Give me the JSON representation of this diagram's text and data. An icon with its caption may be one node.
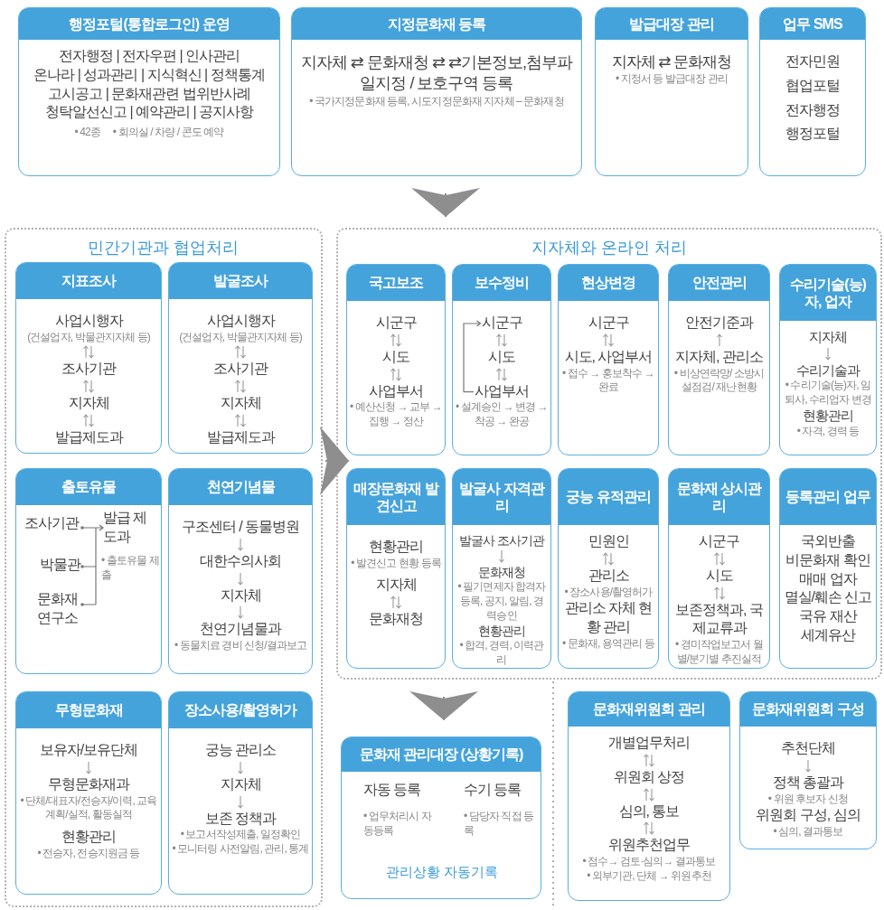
{
  "diagram": {
    "nodes": [
      {
        "text": [
          "행정포털(통합로그인) 운영",
          "전자행정 | 전자우편 | 인사관리",
          "온나라 | 성과관리 | 지식혁신 | 정책통계",
          "고시공고 | 문화재관련 법위반사례",
          "청탁알선신고 | 예약관리 | 공지사항",
          "• 42종",
          "• 회의실 / 차량 / 콘도 예약"
        ]
      },
      {
        "text": [
          "지정문화재 등록",
          "지자체 ⇄ 문화재청 ⇄ ⇄기본정보,첨부파일지정 / 보호구역 등록",
          "• 국가지정문화재 등록, 시도지정문화재 지자체 – 문화재청"
        ]
      },
      {
        "text": [
          "발급대장 관리",
          "지자체 ⇄ 문화재청",
          "• 지정서 등 발급대장 관리"
        ]
      },
      {
        "text": [
          "업무 SMS",
          "전자민원",
          "협업포털",
          "전자행정",
          "행정포털"
        ]
      },
      {
        "text": [
          "민간기관과 협업처리"
        ]
      },
      {
        "text": [
          "지표조사",
          "사업시행자",
          "(건설업자, 박물관지자체 등)",
          "조사기관",
          "지자체",
          "발급제도과"
        ],
        "in": 4
      },
      {
        "text": [
          "발굴조사",
          "사업시행자",
          "(건설업자, 박물관지자체 등)",
          "조사기관",
          "지자체",
          "발급제도과"
        ],
        "in": 4
      },
      {
        "text": [
          "출토유물",
          "조사기관",
          "박물관",
          "문화재 연구소",
          "발급 제도과",
          "• 출토유물 제출"
        ],
        "in": 4
      },
      {
        "text": [
          "천연기념물",
          "구조센터 / 동물병원",
          "대한수의사회",
          "지자체",
          "천연기념물과",
          "• 동물치료 경비 신청/결과보고"
        ],
        "in": 4
      },
      {
        "text": [
          "무형문화재",
          "보유자/보유단체",
          "무형문화재과",
          "• 단체/대표자/전승자/이력, 교육계획/실적, 활동실적",
          "현황관리",
          "• 전승자, 전승지원금 등"
        ],
        "in": 4
      },
      {
        "text": [
          "장소사용/촬영허가",
          "궁능 관리소",
          "지자체",
          "보존 정책과",
          "• 보고서작성제출, 일정확인",
          "• 모니터링 사전알림, 관리, 통계"
        ],
        "in": 4
      },
      {
        "text": [
          "지자체와 온라인 처리"
        ]
      },
      {
        "text": [
          "국고보조",
          "시군구",
          "시도",
          "사업부서",
          "• 예산신청 → 교부 → 집행 → 정산"
        ],
        "in": 11
      },
      {
        "text": [
          "보수정비",
          "시군구",
          "시도",
          "사업부서",
          "• 설계승인 → 변경 →착공 → 완공"
        ],
        "in": 11
      },
      {
        "text": [
          "현상변경",
          "시군구",
          "시도, 사업부서",
          "• 접수 → 홍보착수 → 완료"
        ],
        "in": 11
      },
      {
        "text": [
          "안전관리",
          "안전기준과",
          "지자체, 관리소",
          "• 비상연락망/ 소방시설점검/ 재난현황"
        ],
        "in": 11
      },
      {
        "text": [
          "수리기술(능)자, 업자",
          "지자체",
          "수리기술과",
          "• 수리기술(능)자, 임퇴사, 수리업자 변경",
          "현황관리",
          "• 자격, 경력 등"
        ],
        "in": 11
      },
      {
        "text": [
          "매장문화재 발견신고",
          "현황관리",
          "• 발견신고 현황 등록",
          "지자체",
          "문화재청"
        ],
        "in": 11
      },
      {
        "text": [
          "발굴사 자격관리",
          "발굴사 조사기관",
          "문화재청",
          "• 필기면제자 합격자 등록, 공지, 알림, 경력승인",
          "현황관리",
          "• 합격, 경력, 이력관리"
        ],
        "in": 11
      },
      {
        "text": [
          "궁능 유적관리",
          "민원인",
          "관리소",
          "• 장소사용/촬영허가",
          "관리소 자체 현황 관리",
          "• 문화재, 용역관리 등"
        ],
        "in": 11
      },
      {
        "text": [
          "문화재 상시관리",
          "시군구",
          "시도",
          "보존정책과, 국제교류과",
          "• 경미작업보고서 월별/분기별 추진실적"
        ],
        "in": 11
      },
      {
        "text": [
          "등록관리 업무",
          "국외반출",
          "비문화재 확인",
          "매매 업자",
          "멸실/훼손 신고",
          "국유 재산",
          "세계유산"
        ],
        "in": 11
      },
      {
        "text": [
          "문화재 관리대장 (상황기록)",
          "자동 등록",
          "• 업무처리시 자동등록",
          "수기 등록",
          "• 담당자 직접 등록",
          "관리상황 자동기록"
        ]
      },
      {
        "text": [
          "문화재위원회 관리",
          "개별업무처리",
          "위원회 상정",
          "심의, 통보",
          "위원추천업무",
          "• 점수→ 검토·심의→ 결과통보",
          "• 외부기관, 단체 → 위원추천"
        ]
      },
      {
        "text": [
          "문화재위원회 구성",
          "추천단체",
          "정책 총괄과",
          "• 위원 후보자 신청",
          "위원회 구성, 심의",
          "• 심의, 결과통보"
        ]
      }
    ],
    "edges": [
      {
        "from": 1,
        "to": 11,
        "arrow": "to"
      },
      {
        "from": 4,
        "to": 11,
        "arrow": "to"
      },
      {
        "from": 11,
        "to": 22,
        "arrow": "to"
      }
    ]
  }
}
